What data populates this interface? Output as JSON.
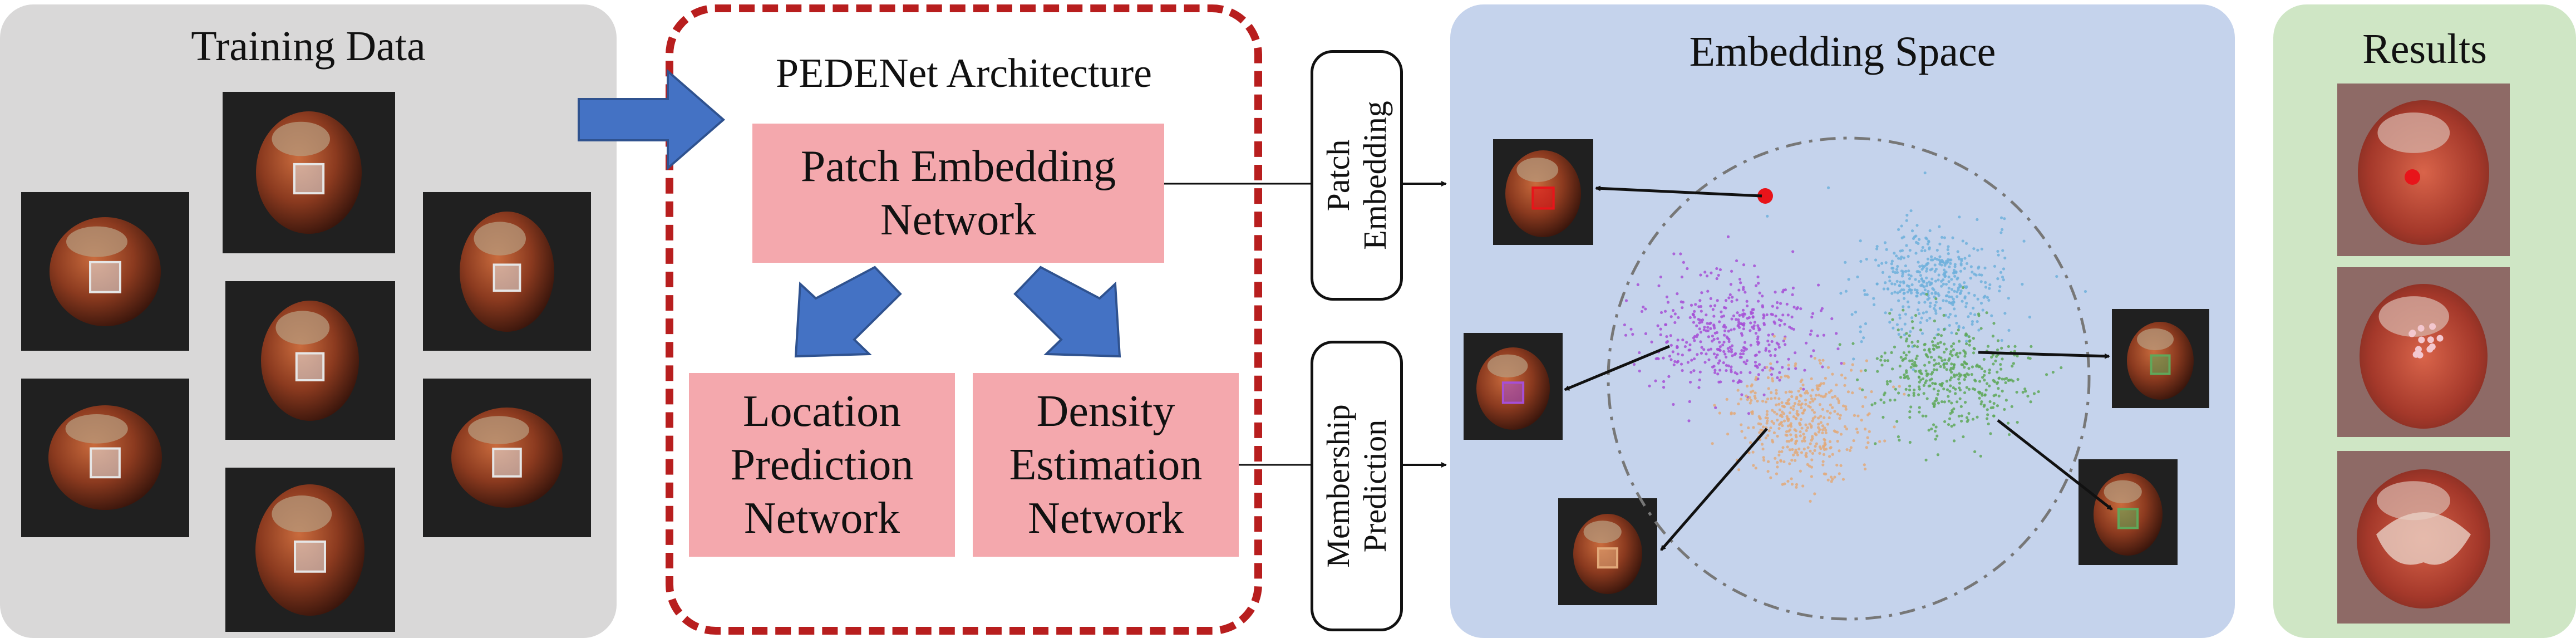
{
  "panels": {
    "training": {
      "title": "Training Data"
    },
    "architecture": {
      "title": "PEDENet Architecture",
      "patch_embedding_network": [
        "Patch Embedding",
        "Network"
      ],
      "location_prediction_network": [
        "Location",
        "Prediction",
        "Network"
      ],
      "density_estimation_network": [
        "Density",
        "Estimation",
        "Network"
      ]
    },
    "connectors": {
      "patch_embedding": [
        "Patch",
        "Embedding"
      ],
      "membership_prediction": [
        "Membership",
        "Prediction"
      ]
    },
    "embedding_space": {
      "title": "Embedding Space"
    },
    "results": {
      "title": "Results"
    }
  },
  "colors": {
    "training_bg": "#d9d8d8",
    "architecture_border": "#b81e1e",
    "network_box": "#f4a8ad",
    "big_arrow": "#4472c4",
    "embedding_bg": "#c5d3ec",
    "results_bg": "#cfe6c5",
    "cluster_blue": "#6fb0dc",
    "cluster_purple": "#a64fd6",
    "cluster_green": "#5fa85a",
    "cluster_orange": "#e2a97a",
    "outlier_red": "#e8141a",
    "hazelnut": "#8b3a1f"
  }
}
